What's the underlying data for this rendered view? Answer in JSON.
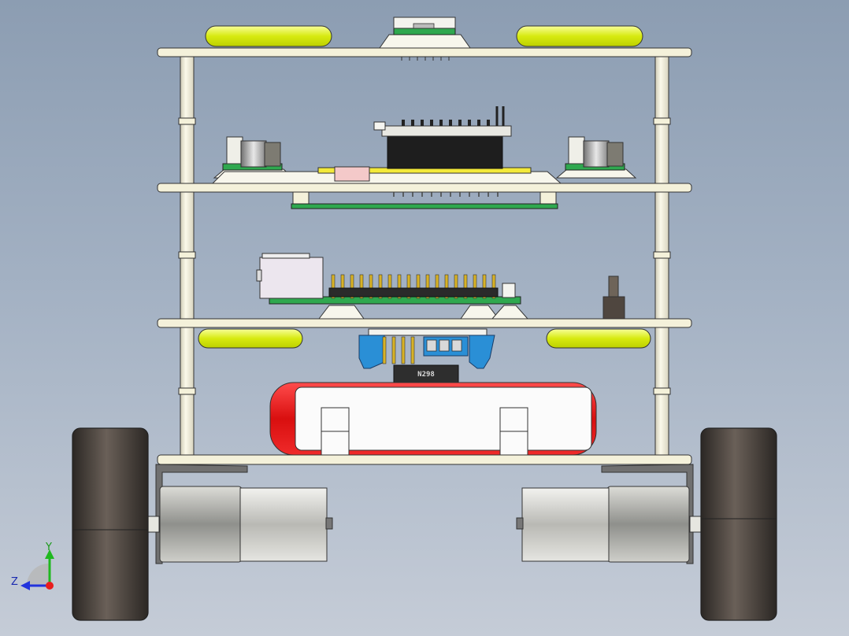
{
  "triad": {
    "y_label": "Y",
    "z_label": "Z"
  },
  "driver_chip": {
    "marking": "N298"
  },
  "colors": {
    "plate": "#f4f1da",
    "standoff": "#f1efda",
    "pcb_green": "#2fa84f",
    "led_yellow": "#e5f23a",
    "battery_red": "#e31b1b",
    "terminal_blue": "#2a8fd6",
    "wheel": "#3c3733",
    "motor": "#c9c9c5",
    "axis_x": "#e81d1d",
    "axis_y": "#1fb81f",
    "axis_z": "#2233dd"
  },
  "icons": {
    "triad": "coordinate-triad-icon"
  }
}
